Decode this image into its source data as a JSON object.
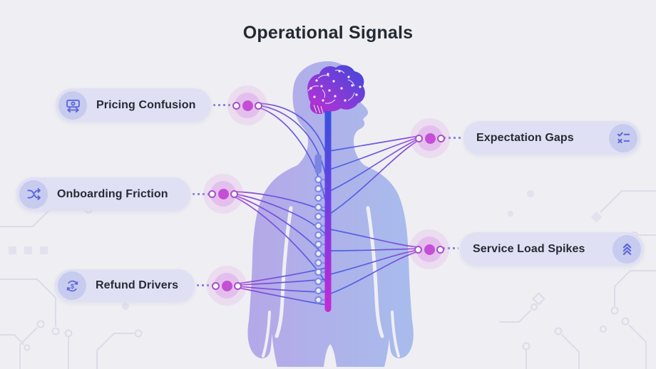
{
  "title": "Operational Signals",
  "signals": [
    {
      "id": "pricing-confusion",
      "label": "Pricing Confusion",
      "side": "left",
      "icon": "banknote-width-icon"
    },
    {
      "id": "onboarding-friction",
      "label": "Onboarding Friction",
      "side": "left",
      "icon": "shuffle-icon"
    },
    {
      "id": "refund-drivers",
      "label": "Refund Drivers",
      "side": "left",
      "icon": "refund-dollar-icon"
    },
    {
      "id": "expectation-gaps",
      "label": "Expectation Gaps",
      "side": "right",
      "icon": "checklist-check-x-icon"
    },
    {
      "id": "service-load-spikes",
      "label": "Service Load Spikes",
      "side": "right",
      "icon": "triple-chevron-up-icon"
    }
  ],
  "colors": {
    "background": "#EFEEF3",
    "pill_background": "#DDDEF2",
    "icon_circle": "#C7CBEE",
    "icon": "#5B65DC",
    "label_text": "#262B34",
    "title_text": "#222A33",
    "node_dot": "#C44FD6",
    "node_ring": "#A751C8",
    "node_halo": "#E0A2EC",
    "nerve_blue": "#3E63E6",
    "nerve_purple": "#9B3FD4",
    "spine_top": "#3352DF",
    "spine_bottom": "#C52BD3",
    "body_left": "#B5A8E8",
    "body_right": "#A8BCEC",
    "circuit_trace": "#DCDBE8"
  }
}
